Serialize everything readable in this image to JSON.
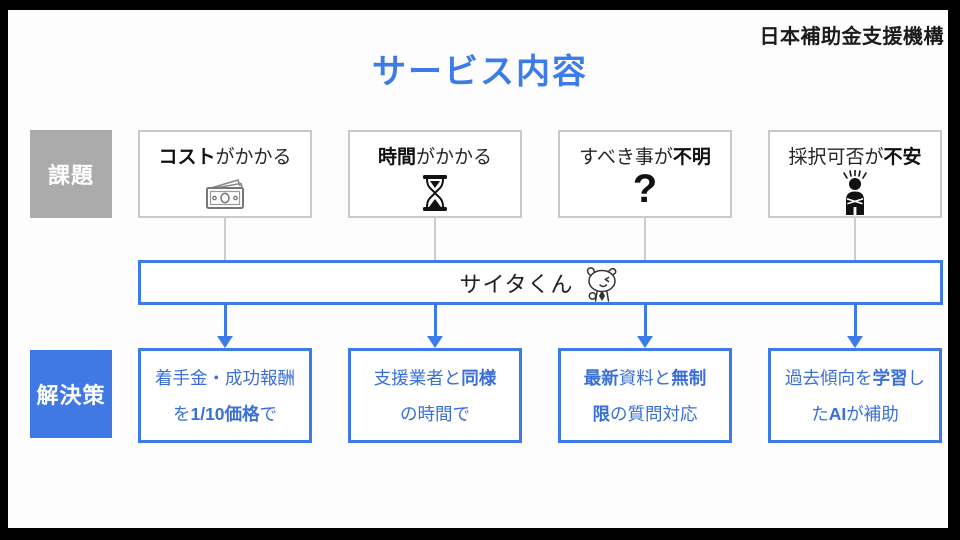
{
  "org": "日本補助金支援機構",
  "title": "サービス内容",
  "labels": {
    "issues": "課題",
    "solutions": "解決策"
  },
  "bar": {
    "label": "サイタくん",
    "mascot": "saita-kun-rhino"
  },
  "issues": [
    {
      "icon": "money-icon",
      "segments": [
        {
          "t": "コスト",
          "b": true
        },
        {
          "t": "がかかる",
          "b": false
        }
      ]
    },
    {
      "icon": "hourglass-icon",
      "segments": [
        {
          "t": "時間",
          "b": true
        },
        {
          "t": "がかかる",
          "b": false
        }
      ]
    },
    {
      "icon": "question-icon",
      "glyph": "?",
      "segments": [
        {
          "t": "すべき事が",
          "b": false
        },
        {
          "t": "不明",
          "b": true
        }
      ]
    },
    {
      "icon": "worried-person-icon",
      "segments": [
        {
          "t": "採択可否が",
          "b": false
        },
        {
          "t": "不安",
          "b": true
        }
      ]
    }
  ],
  "solutions": [
    {
      "lines": [
        [
          {
            "t": "着手金・成功報酬",
            "b": false
          }
        ],
        [
          {
            "t": "を",
            "b": false
          },
          {
            "t": "1/10価格",
            "b": true
          },
          {
            "t": "で",
            "b": false
          }
        ]
      ]
    },
    {
      "lines": [
        [
          {
            "t": "支援業者と",
            "b": false
          },
          {
            "t": "同様",
            "b": true
          }
        ],
        [
          {
            "t": "の時間で",
            "b": false
          }
        ]
      ]
    },
    {
      "lines": [
        [
          {
            "t": "最新",
            "b": true
          },
          {
            "t": "資料と",
            "b": false
          },
          {
            "t": "無制",
            "b": true
          }
        ],
        [
          {
            "t": "限",
            "b": true
          },
          {
            "t": "の質問対応",
            "b": false
          }
        ]
      ]
    },
    {
      "lines": [
        [
          {
            "t": "過去傾向を",
            "b": false
          },
          {
            "t": "学習",
            "b": true
          },
          {
            "t": "し",
            "b": false
          }
        ],
        [
          {
            "t": "た",
            "b": false
          },
          {
            "t": "AI",
            "b": true
          },
          {
            "t": "が補助",
            "b": false
          }
        ]
      ]
    }
  ],
  "colors": {
    "accent_blue": "#3d7ce8",
    "label_gray": "#ababab",
    "issue_border": "#c9c9c9",
    "text_dark": "#262626",
    "solution_text": "#3a6fd8",
    "frame_black": "#000000"
  }
}
